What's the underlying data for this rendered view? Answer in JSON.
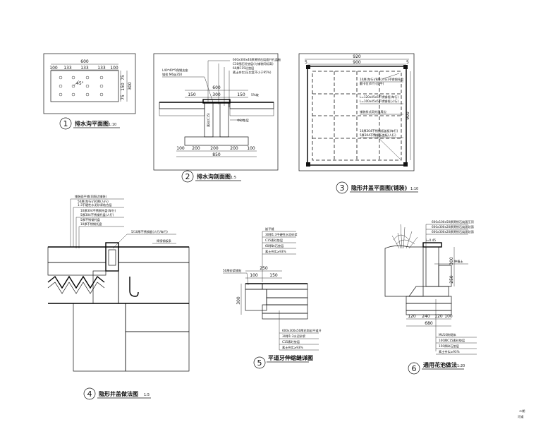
{
  "detail1": {
    "number": "1",
    "title": "排水沟平面图",
    "scale": "1:10",
    "dims_top": [
      "600"
    ],
    "dims_row": [
      "100",
      "133",
      "133",
      "133",
      "100"
    ],
    "dims_side": [
      "75",
      "150",
      "75"
    ],
    "dims_right": [
      "300"
    ],
    "angle_label": "45°"
  },
  "detail2": {
    "number": "2",
    "title": "排水沟剖面图",
    "scale": "1:5",
    "notes_left": [
      "L40*40*5角钢支座",
      "锚栓 M6@350"
    ],
    "notes_right": [
      "600x300x40厚黄锈石烧面开孔盖板",
      "C30细石砼垫层(与铺装同标高)",
      "60厚C15砼垫层",
      "素土夯实(压实度不小于95%)"
    ],
    "dims_top": [
      "600"
    ],
    "dims_mid": [
      "150",
      "300",
      "150"
    ],
    "dims_bottom": [
      "100",
      "200",
      "200",
      "200",
      "100"
    ],
    "dims_total": [
      "850"
    ],
    "side_labels": [
      "5%坡",
      "素砼(C15)",
      "中砂垫层"
    ]
  },
  "detail3": {
    "number": "3",
    "title": "隐形井盖平面图(铺装)",
    "scale": "1:10",
    "dims_top": [
      "920",
      "900"
    ],
    "dims_corner": [
      "5",
      "5"
    ],
    "dims_right": [
      "900"
    ],
    "notes": [
      "10厚(车行)/8厚(人行)不锈钢托盘",
      "翻卡位(4个)(见平)",
      "L=120x45x5不锈钢框(车行)",
      "L=100x45x5不锈钢框(人行)",
      "铺装样式同外面周边",
      "10厚304不锈钢板盖板(车行)",
      "5厚304不锈钢板盖板(人行)"
    ]
  },
  "detail4": {
    "number": "4",
    "title": "隐形井盖做法图",
    "scale": "1:5",
    "notes": [
      "铺装面平铺(同周边铺装)",
      "50厚(车行)/30厚(人行)",
      "1:3干硬性水泥砂浆结合层",
      "10厚304不锈钢托盘(车行)",
      "5厚304不锈钢托盘(人行)",
      "5厚不锈钢托盘",
      "10厚不锈钢托盘",
      "5/10厚不锈钢板(人行/车行)",
      "焊接钢板条"
    ]
  },
  "detail5": {
    "number": "5",
    "title": "平道牙伸缩缝详图",
    "scale": "1:10",
    "notes_top": [
      "嵌平缝",
      "30厚1:3干硬性水泥砂浆",
      "C15素砼垫层",
      "60厚碎石垫层",
      "素土夯实≥93%"
    ],
    "note_left": "50厚砂浆铺贴",
    "notes_bottom": [
      "600x300x50厚花岗岩平道牙",
      "30厚1:3水泥砂浆",
      "C15素砼垫层",
      "素土夯实≥93%"
    ],
    "dims_top": [
      "250"
    ],
    "dims_mid": [
      "100",
      "150"
    ],
    "dims_side": [
      "300"
    ]
  },
  "detail6": {
    "number": "6",
    "title": "通用花池做法",
    "scale": "1:20",
    "notes_top": [
      "600x100x50厚黄锈石烧面压顶",
      "600x300x20厚黄锈石烧面贴面",
      "600x300x20厚黄锈石烧面贴面"
    ],
    "note_slope": "i=0.45",
    "note_side": "种植土",
    "notes_bottom": [
      "MU10砖砌体",
      "100厚C15素砼垫层",
      "150厚碎石垫层",
      "素土夯实≥93%"
    ],
    "dims_right": [
      "300",
      "250"
    ],
    "dims_bottom": [
      "120",
      "240",
      "120",
      "100"
    ],
    "dims_total": [
      "680"
    ]
  },
  "sheet": {
    "corner_line1": "二期",
    "corner_line2": "河道"
  }
}
